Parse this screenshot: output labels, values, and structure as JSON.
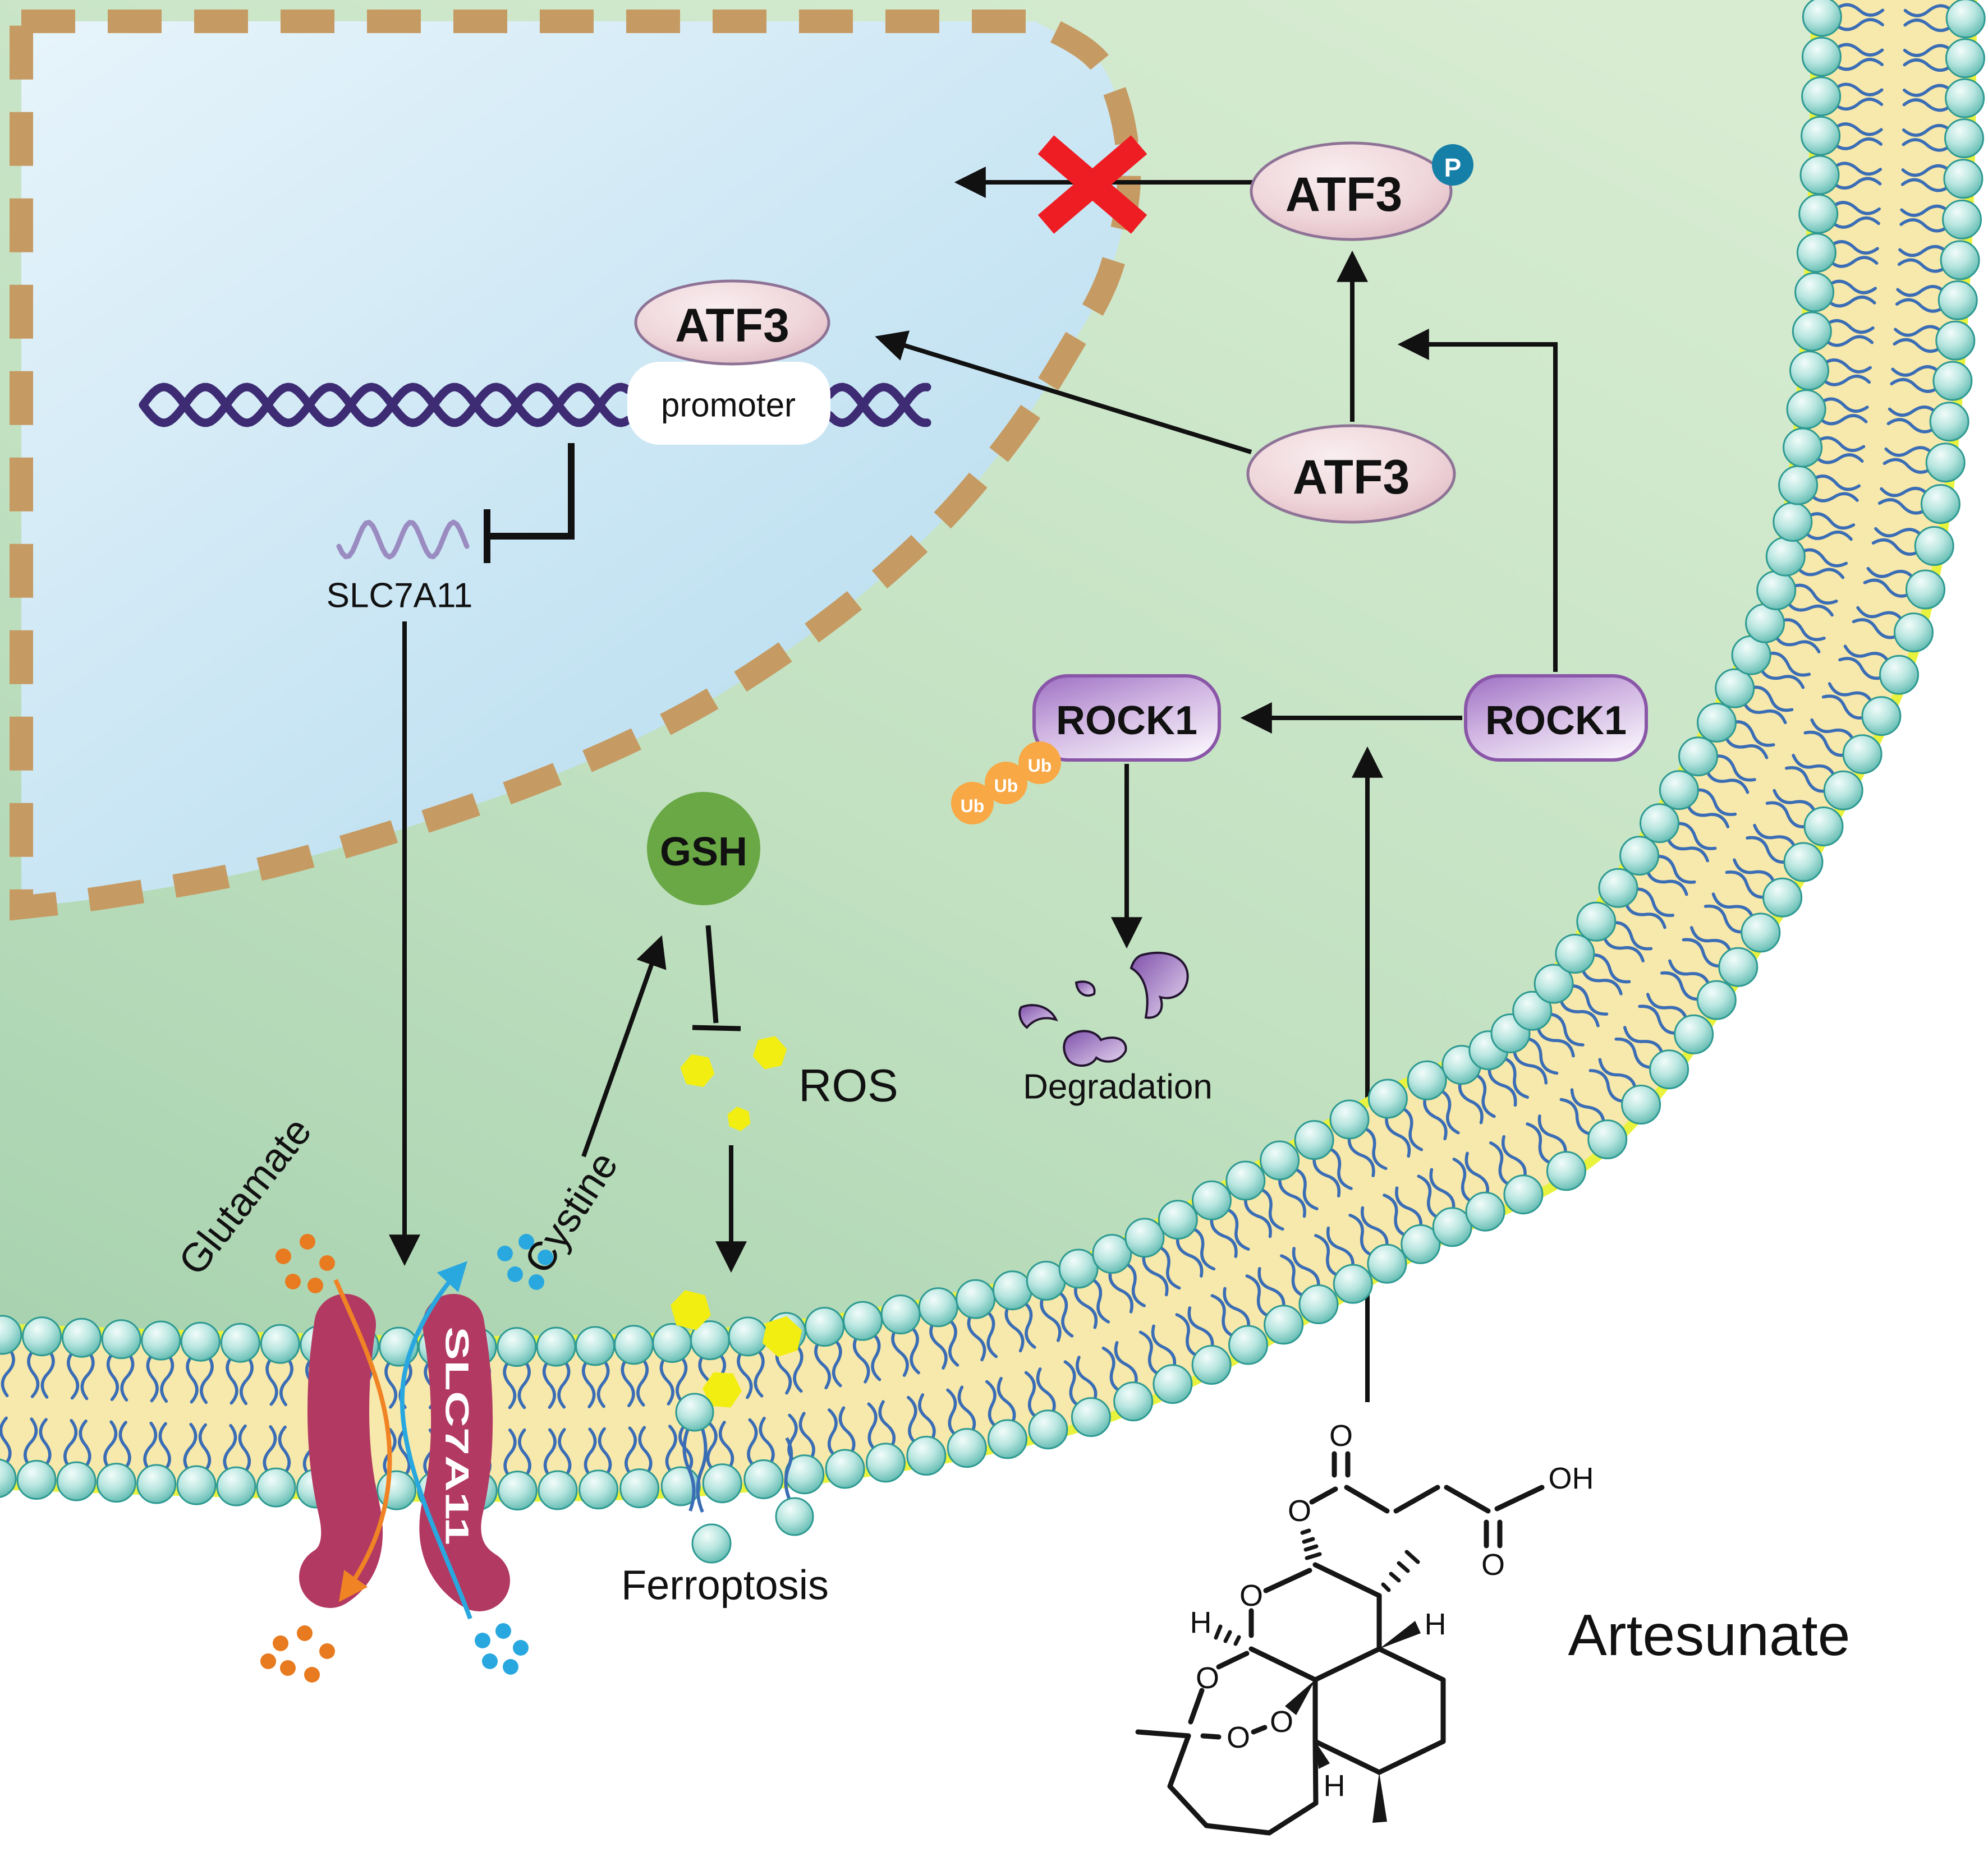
{
  "figure": {
    "type": "cell-signaling-pathway-diagram",
    "nucleus": {
      "atf3_label": "ATF3",
      "promoter_label": "promoter",
      "gene_label": "SLC7A11"
    },
    "cytoplasm": {
      "atf3_phospho_label": "ATF3",
      "phospho_badge": "P",
      "atf3_label": "ATF3",
      "rock1_left_label": "ROCK1",
      "rock1_right_label": "ROCK1",
      "ub_labels": [
        "Ub",
        "Ub",
        "Ub"
      ],
      "degradation_label": "Degradation",
      "gsh_label": "GSH",
      "ros_label": "ROS"
    },
    "membrane": {
      "transporter_label": "SLC7A11",
      "glutamate_label": "Glutamate",
      "cystine_label": "Cystine",
      "ferroptosis_label": "Ferroptosis"
    },
    "drug": {
      "name": "Artesunate",
      "atoms": {
        "carbonyl_o": "O",
        "ester_o": "O",
        "acid_o": "O",
        "acid_oh": "OH",
        "ring_o": "O",
        "acetal_o": "O",
        "peroxide_o1": "O",
        "peroxide_o2": "O",
        "h_left": "H",
        "h_right": "H",
        "h_bottom": "H"
      }
    },
    "colors": {
      "cytoplasm_green": "#bfe0bd",
      "nucleus_blue": "#c3e2f2",
      "nuclear_envelope_tan": "#c69a63",
      "membrane_yellow": "#f7e8ab",
      "membrane_edge_chartreuse": "#e9f23c",
      "lipid_head_teal": "#7ec8c0",
      "lipid_tail_blue": "#3a6db5",
      "atf3_pink": "#eed3d8",
      "rock1_purple": "#a87cc8",
      "ub_orange": "#f8a845",
      "gsh_green": "#69a845",
      "ros_yellow": "#f2ee12",
      "transporter_maroon": "#b23a62",
      "glutamate_orange": "#e87a1f",
      "cystine_blue": "#29a8e0",
      "phospho_teal": "#157fa8",
      "dna_purple": "#3d2b73",
      "mrna_lavender": "#9a8bc0",
      "block_red": "#ee1d23"
    }
  }
}
